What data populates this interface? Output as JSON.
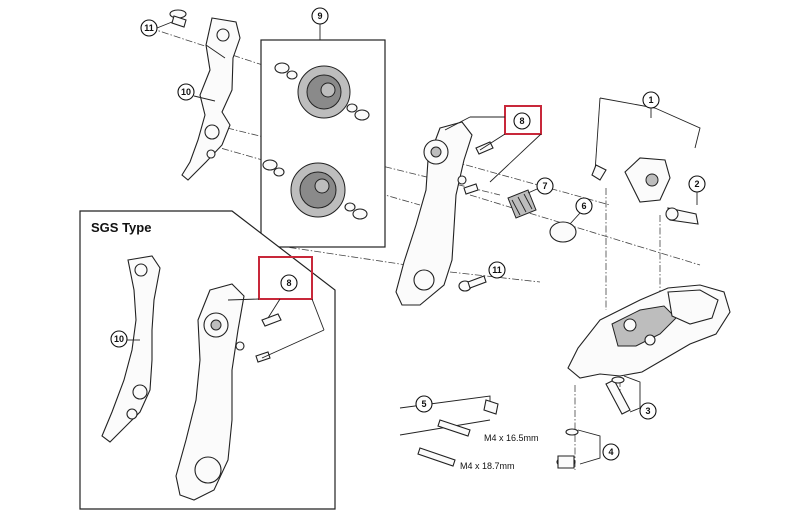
{
  "callouts": {
    "c1": "1",
    "c2": "2",
    "c3": "3",
    "c4": "4",
    "c5": "5",
    "c6": "6",
    "c7": "7",
    "c8_main": "8",
    "c8_sgs": "8",
    "c9": "9",
    "c10_main": "10",
    "c10_sgs": "10",
    "c11_top": "11",
    "c11_mid": "11"
  },
  "sgs_group": {
    "title": "SGS Type"
  },
  "dimensions": {
    "bolt_short": "M4 x 16.5mm",
    "bolt_long": "M4 x 18.7mm"
  },
  "colors": {
    "highlight_box": "#c8283a",
    "line": "#222222"
  }
}
